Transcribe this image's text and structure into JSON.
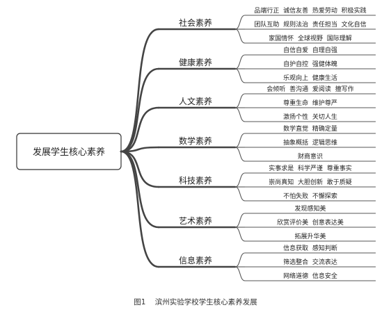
{
  "root": "发展学生核心素养",
  "categories": [
    {
      "name": "社会素养",
      "items": [
        "品端行正  诚信友善  热爱劳动  积极实践",
        "团队互助  规则法治  责任担当  文化自信",
        "家国情怀  全球视野  国际理解"
      ]
    },
    {
      "name": "健康素养",
      "items": [
        "自信自爱  自理自强",
        "自护自控  强健体魄",
        "乐观向上  健康生活"
      ]
    },
    {
      "name": "人文素养",
      "items": [
        "会倾听  善沟通  爱阅读  擅写作",
        "尊重生命  维护尊严",
        "激扬个性  关切人生"
      ]
    },
    {
      "name": "数学素养",
      "items": [
        "数学直觉  精确定量",
        "抽象概括  逻辑思维",
        "财商意识"
      ]
    },
    {
      "name": "科技素养",
      "items": [
        "实事求是  科学严谨  尊重事实",
        "崇尚真知  大胆创新  敢于质疑",
        "不怕失败  不懈探索"
      ]
    },
    {
      "name": "艺术素养",
      "items": [
        "发现感知美",
        "欣赏评价美  创意表达美",
        "拓展升华美"
      ]
    },
    {
      "name": "信息素养",
      "items": [
        "信息获取  感知判断",
        "筛选整合  交流表达",
        "网络道德  信息安全"
      ]
    }
  ],
  "caption": {
    "number": "图1",
    "text": "滨州实验学校学生核心素养发展"
  }
}
